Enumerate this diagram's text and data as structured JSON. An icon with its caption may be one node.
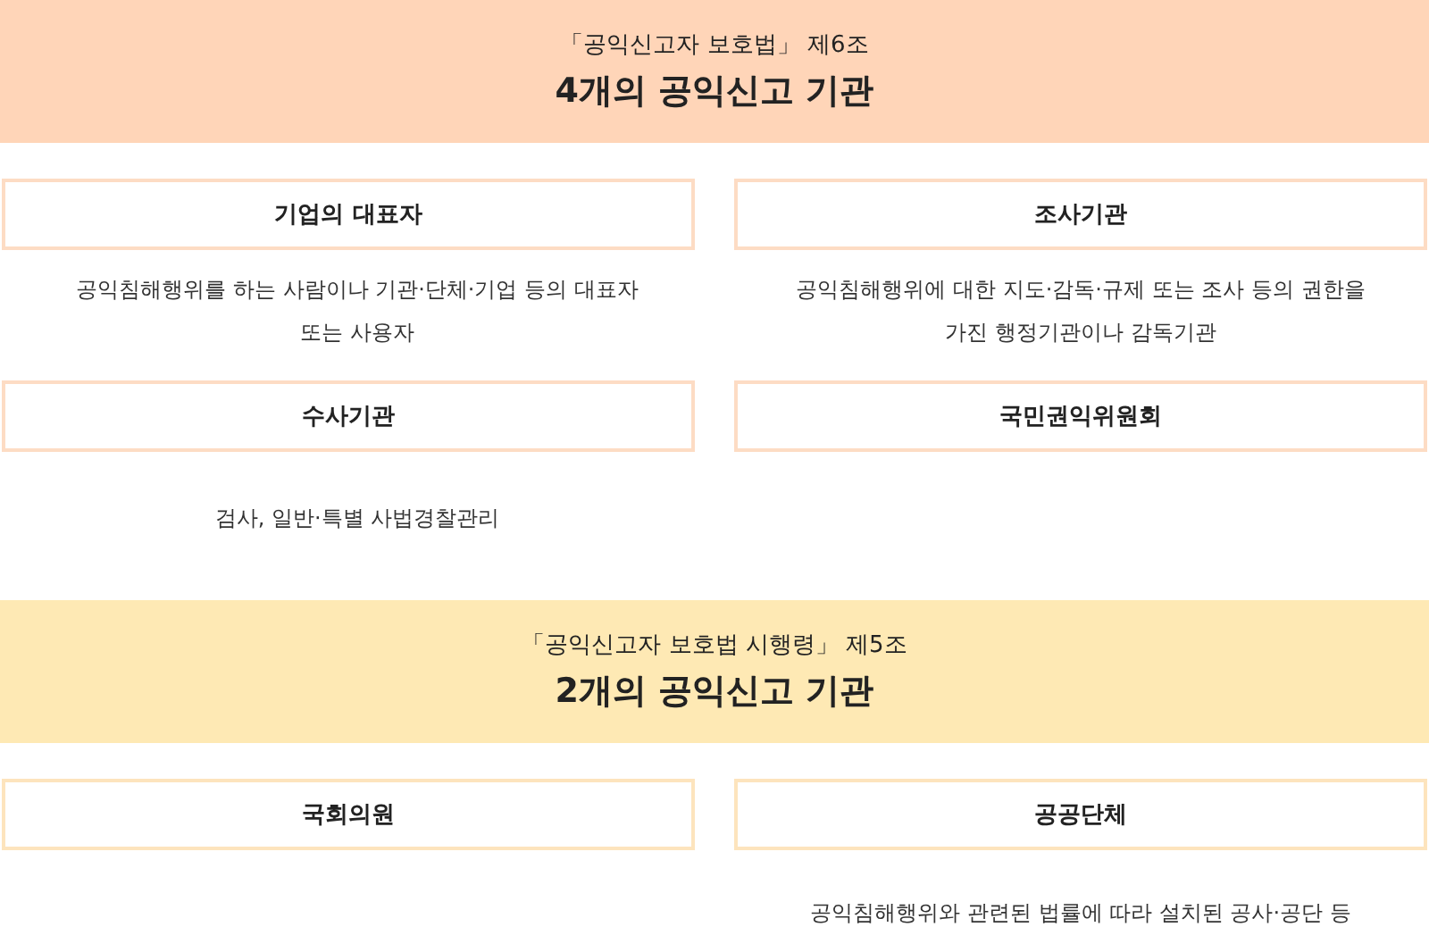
{
  "diagram": {
    "nodes": [
      {
        "text": [
          "「공익신고자 보호법」 제6조",
          "4개의 공익신고 기관"
        ]
      },
      {
        "text": [
          "기업의 대표자"
        ],
        "beside": [
          "공익침해행위를 하는 사람이나 기관·단체·기업 등의 대표자 또는 사용자"
        ]
      },
      {
        "text": [
          "조사기관"
        ],
        "beside": [
          "공익침해행위에 대한 지도·감독·규제 또는 조사 등의 권한을 가진 행정기관이나 감독기관"
        ]
      },
      {
        "text": [
          "수사기관"
        ],
        "beside": [
          "검사, 일반·특별 사법경찰관리"
        ]
      },
      {
        "text": [
          "국민권익위원회"
        ]
      },
      {
        "text": [
          "「공익신고자 보호법 시행령」 제5조",
          "2개의 공익신고 기관"
        ]
      },
      {
        "text": [
          "국회의원"
        ]
      },
      {
        "text": [
          "공공단체"
        ],
        "beside": [
          "공익침해행위와 관련된 법률에 따라 설치된 공사·공단 등"
        ]
      }
    ]
  }
}
